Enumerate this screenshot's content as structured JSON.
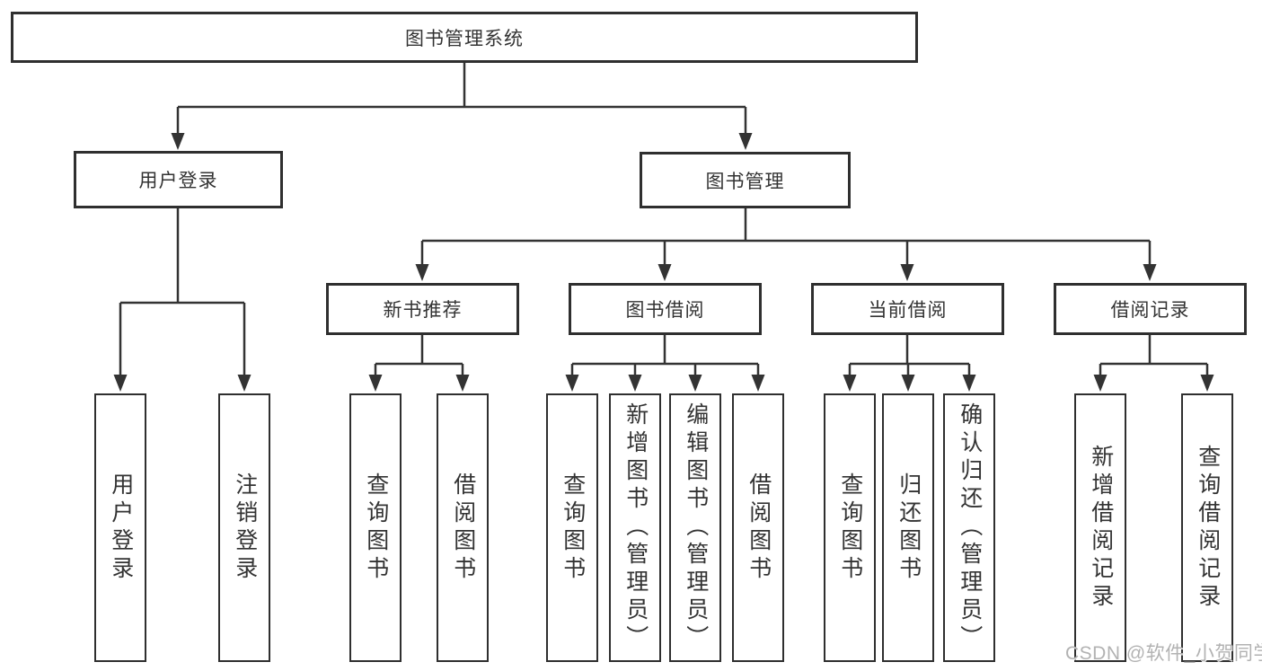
{
  "watermark": "CSDN @软件_小贺同学",
  "colors": {
    "line": "#333333",
    "box_border": "#2f2f2f",
    "text": "#333333",
    "watermark": "#b2b2b2",
    "background": "#ffffff"
  },
  "tree": {
    "root": {
      "label": "图书管理系统"
    },
    "branches": [
      {
        "label": "用户登录",
        "children": [
          {
            "label": "用户登录"
          },
          {
            "label": "注销登录"
          }
        ]
      },
      {
        "label": "图书管理",
        "groups": [
          {
            "label": "新书推荐",
            "children": [
              {
                "label": "查询图书"
              },
              {
                "label": "借阅图书"
              }
            ]
          },
          {
            "label": "图书借阅",
            "children": [
              {
                "label": "查询图书"
              },
              {
                "label": "新增图书（管理员）"
              },
              {
                "label": "编辑图书（管理员）"
              },
              {
                "label": "借阅图书"
              }
            ]
          },
          {
            "label": "当前借阅",
            "children": [
              {
                "label": "查询图书"
              },
              {
                "label": "归还图书"
              },
              {
                "label": "确认归还（管理员）"
              }
            ]
          },
          {
            "label": "借阅记录",
            "children": [
              {
                "label": "新增借阅记录"
              },
              {
                "label": "查询借阅记录"
              }
            ]
          }
        ]
      }
    ]
  }
}
